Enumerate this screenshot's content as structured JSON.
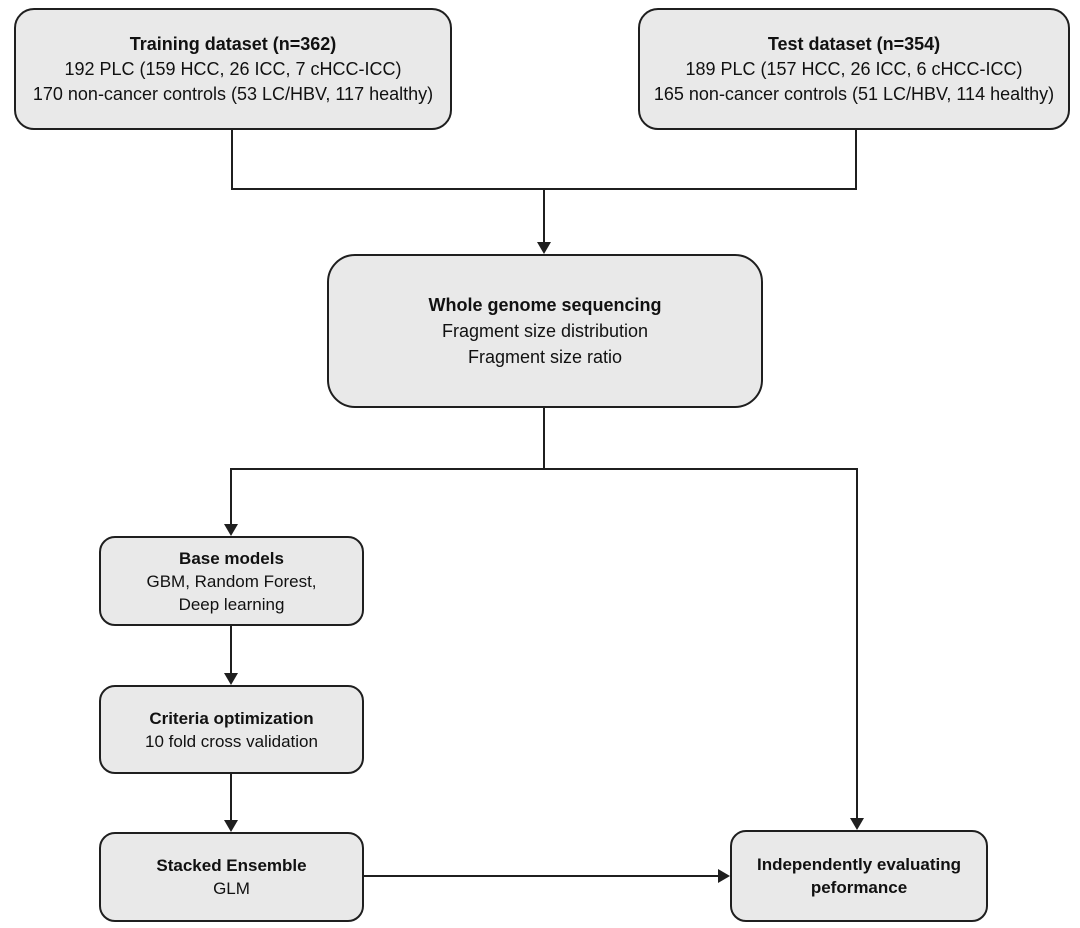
{
  "diagram": {
    "type": "flowchart",
    "description": "Study workflow: datasets through whole genome sequencing to model building and independent evaluation",
    "colors": {
      "box_fill": "#e9e9e9",
      "box_border": "#1f1f1f",
      "connector": "#1f1f1f",
      "text": "#111111"
    },
    "nodes": {
      "training": {
        "title": "Training dataset (n=362)",
        "lines": [
          "192 PLC (159 HCC, 26 ICC, 7 cHCC-ICC)",
          "170 non-cancer controls (53 LC/HBV, 117 healthy)"
        ]
      },
      "test": {
        "title": "Test dataset (n=354)",
        "lines": [
          "189 PLC (157 HCC, 26 ICC, 6 cHCC-ICC)",
          "165 non-cancer controls (51 LC/HBV, 114 healthy)"
        ]
      },
      "wgs": {
        "title": "Whole genome sequencing",
        "lines": [
          "Fragment size distribution",
          "Fragment size ratio"
        ]
      },
      "base_models": {
        "title": "Base models",
        "lines": [
          "GBM, Random Forest,",
          "Deep learning"
        ]
      },
      "criteria": {
        "title": "Criteria optimization",
        "lines": [
          "10 fold cross validation"
        ]
      },
      "stacked": {
        "title": "Stacked Ensemble",
        "lines": [
          "GLM"
        ]
      },
      "independent": {
        "title_lines": [
          "Independently evaluating",
          "peformance"
        ]
      }
    }
  }
}
